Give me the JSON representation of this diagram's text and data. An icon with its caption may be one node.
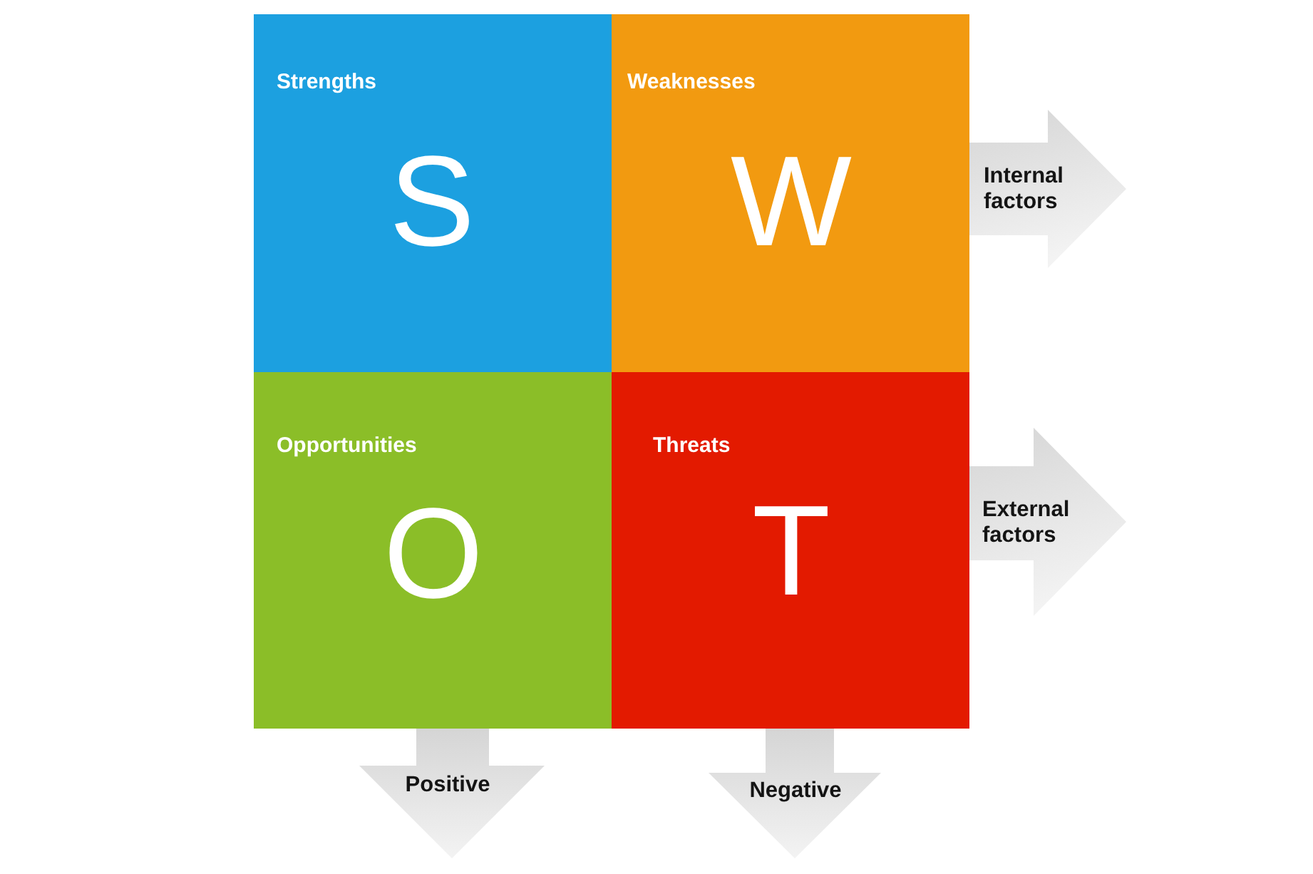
{
  "diagram": {
    "nodes": [
      {
        "text": [
          "Strengths",
          "S"
        ]
      },
      {
        "text": [
          "Weaknesses",
          "W"
        ]
      },
      {
        "text": [
          "Opportunities",
          "O"
        ]
      },
      {
        "text": [
          "Threats",
          "T"
        ]
      },
      {
        "text": [
          "Internal factors"
        ]
      },
      {
        "text": [
          "External factors"
        ]
      },
      {
        "text": [
          "Positive"
        ]
      },
      {
        "text": [
          "Negative"
        ]
      }
    ]
  }
}
